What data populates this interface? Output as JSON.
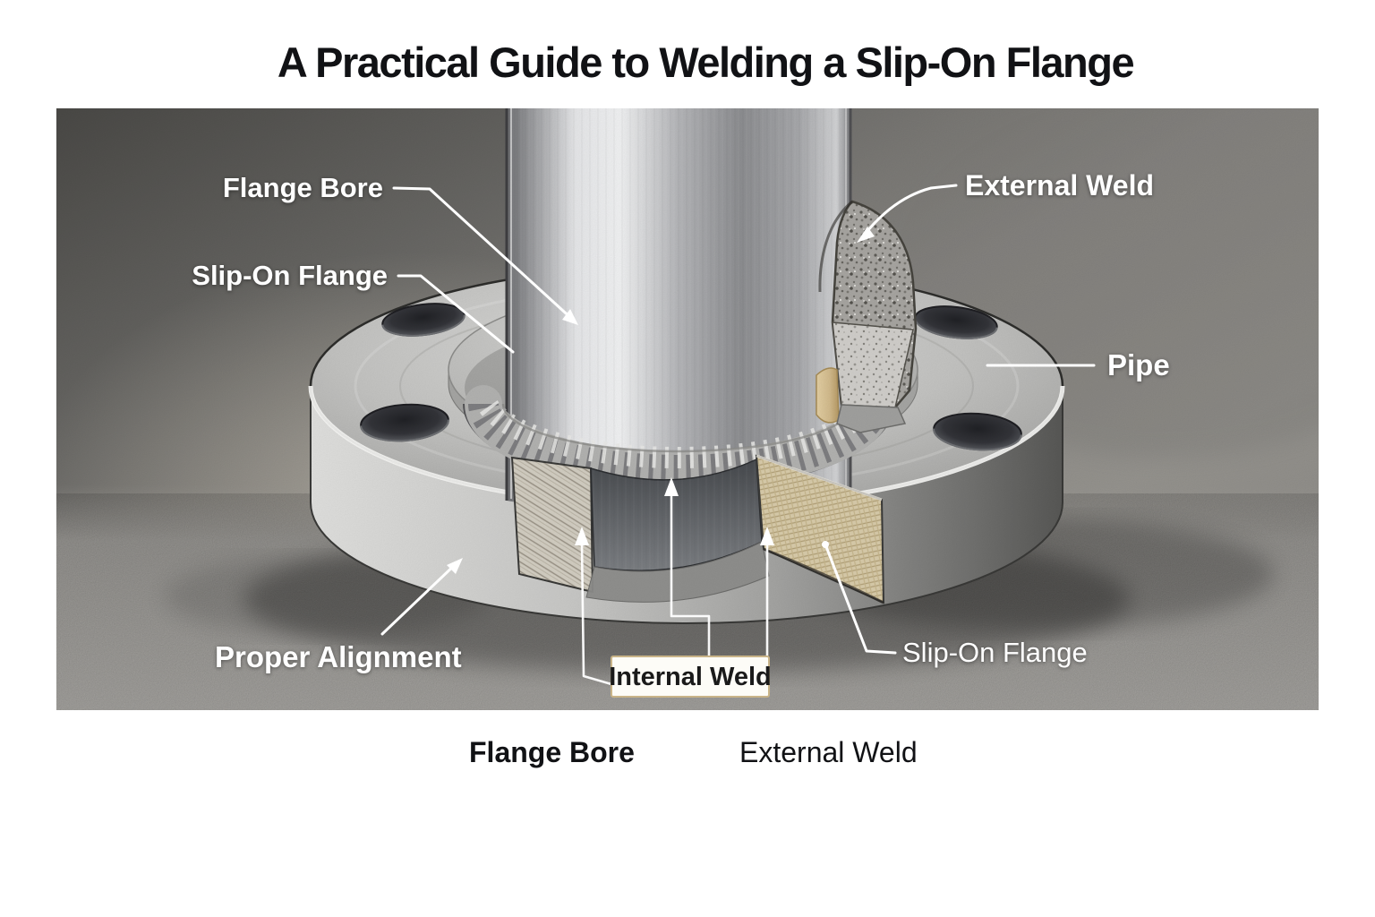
{
  "title": "A Practical Guide to Welding a Slip-On Flange",
  "diagram": {
    "labels": {
      "flange_bore": "Flange Bore",
      "slip_on_flange": "Slip-On Flange",
      "external_weld": "External Weld",
      "pipe": "Pipe",
      "proper_alignment": "Proper Alignment",
      "internal_weld": "Internal Weld",
      "slip_on_flange_lower": "Slip-On Flange"
    },
    "colors": {
      "label_text": "#ffffff",
      "title_text": "#111215",
      "internal_weld_box_bg": "#fdfcf7",
      "internal_weld_box_border": "#c9b488",
      "internal_weld_text": "#1a1a1a",
      "weld_backing_tan": "#d5bd8e",
      "steel_highlight": "#f2f3f4",
      "steel_mid": "#b4b4b2",
      "steel_dark": "#55585c",
      "wall_dark": "#4e4d4a",
      "floor_gray": "#a9a7a3"
    }
  },
  "captions": [
    {
      "text": "Flange Bore"
    },
    {
      "text": "External Weld"
    }
  ]
}
